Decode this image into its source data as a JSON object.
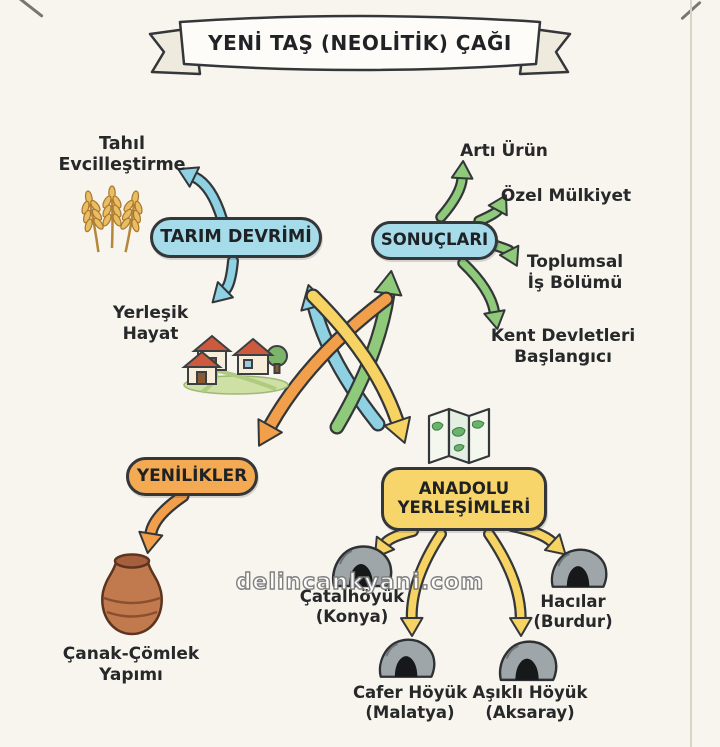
{
  "title": "YENİ TAŞ (NEOLİTİK) ÇAĞI",
  "watermark": "delincankyani.com",
  "colors": {
    "page_bg": "#f8f5ee",
    "ink": "#34373a",
    "teal": "#8ed1e3",
    "green": "#8fc97a",
    "orange": "#f29f4b",
    "yellow": "#f6d362",
    "pill_blue": "#a6dbe9",
    "pill_orange": "#f4aa52",
    "pill_yellow": "#f8d56b"
  },
  "branches": {
    "tarim": {
      "label": "TARIM DEVRİMİ"
    },
    "sonuclar": {
      "label": "SONUÇLARI"
    },
    "yenilikler": {
      "label": "YENİLİKLER"
    },
    "anadolu": {
      "label": "ANADOLU\nYERLEŞİMLERİ"
    }
  },
  "leaves": {
    "tahil": {
      "label": "Tahıl\nEvcilleştirme"
    },
    "yerlesik": {
      "label": "Yerleşik\nHayat"
    },
    "arti_urun": {
      "label": "Artı Ürün"
    },
    "ozel_mulkiyet": {
      "label": "Özel Mülkiyet"
    },
    "toplumsal_is_bolumu": {
      "label": "Toplumsal\nİş Bölümü"
    },
    "kent_devletleri": {
      "label": "Kent Devletleri\nBaşlangıcı"
    },
    "canak_comlek": {
      "label": "Çanak-Çömlek\nYapımı"
    },
    "catalhoyuk": {
      "label": "Çatalhöyük\n(Konya)"
    },
    "hacilar": {
      "label": "Hacılar\n(Burdur)"
    },
    "cafer_hoyuk": {
      "label": "Cafer Höyük\n(Malatya)"
    },
    "asikli_hoyuk": {
      "label": "Aşıklı Höyük\n(Aksaray)"
    }
  },
  "icons": {
    "wheat": "wheat-icon",
    "village": "village-icon",
    "map": "map-icon",
    "pottery": "pottery-icon",
    "cave": "cave-icon"
  }
}
